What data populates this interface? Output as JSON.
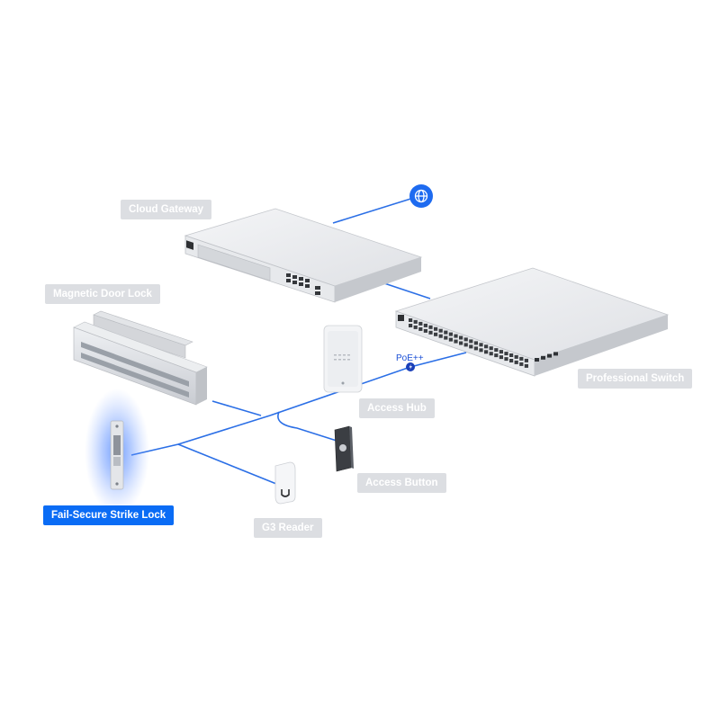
{
  "labels": {
    "cloud_gateway": "Cloud Gateway",
    "magnetic_door_lock": "Magnetic Door Lock",
    "professional_switch": "Professional Switch",
    "access_hub": "Access Hub",
    "access_button": "Access Button",
    "fail_secure_strike_lock": "Fail-Secure Strike Lock",
    "g3_reader": "G3 Reader",
    "poe": "PoE++"
  },
  "colors": {
    "connection_line": "#2b6fe6",
    "active_label": "#0a6cf5",
    "inactive_label": "#dcdee2",
    "internet_badge": "#1e6bf0"
  },
  "icons": {
    "internet": "globe-icon",
    "power": "lightning-icon"
  },
  "active_device": "fail_secure_strike_lock"
}
